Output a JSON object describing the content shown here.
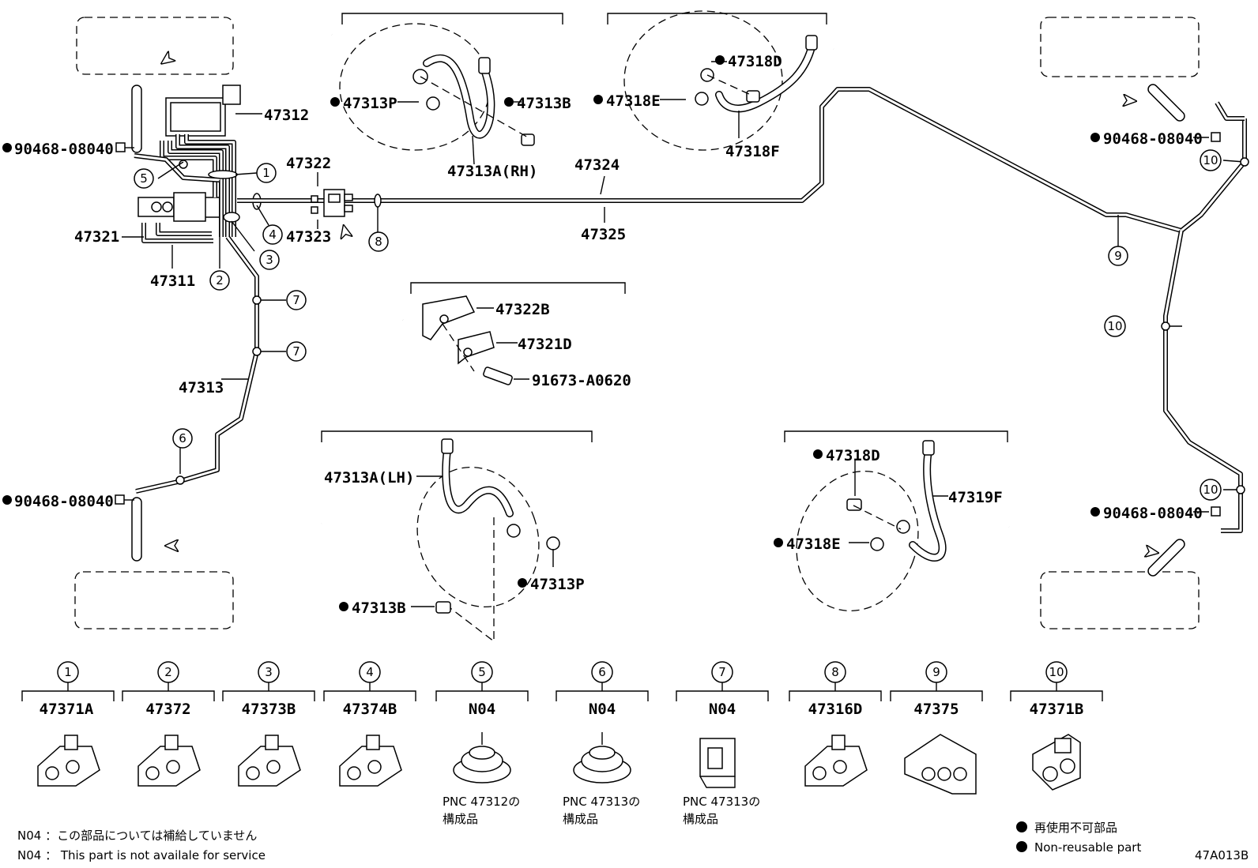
{
  "labels": {
    "p47312": "47312",
    "p47322": "47322",
    "p47323": "47323",
    "p47321": "47321",
    "p47311": "47311",
    "p47313": "47313",
    "p47324": "47324",
    "p47325": "47325",
    "p47313P_top": "47313P",
    "p47313B_top": "47313B",
    "p47313A_RH": "47313A(RH)",
    "p47318D_top": "47318D",
    "p47318E_top": "47318E",
    "p47318F": "47318F",
    "p47322B": "47322B",
    "p47321D": "47321D",
    "p91673": "91673-A0620",
    "p47313A_LH": "47313A(LH)",
    "p47313P_bot": "47313P",
    "p47313B_bot": "47313B",
    "p47318D_bot": "47318D",
    "p47318E_bot": "47318E",
    "p47319F": "47319F",
    "p90468_a": "90468-08040",
    "p90468_b": "90468-08040",
    "p90468_c": "90468-08040",
    "p90468_d": "90468-08040"
  },
  "callouts": {
    "c1": "1",
    "c2": "2",
    "c3": "3",
    "c4": "4",
    "c5": "5",
    "c6": "6",
    "c7a": "7",
    "c7b": "7",
    "c8": "8",
    "c9": "9",
    "c10a": "10",
    "c10b": "10",
    "c10c": "10"
  },
  "legend_parts": [
    {
      "num": "1",
      "part": "47371A",
      "note1": "",
      "note2": ""
    },
    {
      "num": "2",
      "part": "47372",
      "note1": "",
      "note2": ""
    },
    {
      "num": "3",
      "part": "47373B",
      "note1": "",
      "note2": ""
    },
    {
      "num": "4",
      "part": "47374B",
      "note1": "",
      "note2": ""
    },
    {
      "num": "5",
      "part": "N04",
      "note1": "PNC 47312の",
      "note2": "構成品"
    },
    {
      "num": "6",
      "part": "N04",
      "note1": "PNC 47313の",
      "note2": "構成品"
    },
    {
      "num": "7",
      "part": "N04",
      "note1": "PNC 47313の",
      "note2": "構成品"
    },
    {
      "num": "8",
      "part": "47316D",
      "note1": "",
      "note2": ""
    },
    {
      "num": "9",
      "part": "47375",
      "note1": "",
      "note2": ""
    },
    {
      "num": "10",
      "part": "47371B",
      "note1": "",
      "note2": ""
    }
  ],
  "footnotes": {
    "n04_jp": "N04 ：この部品については補給していません",
    "n04_en": "N04 ： This part is not availale for service",
    "nonreuse_jp": "再使用不可部品",
    "nonreuse_en": "Non-reusable part",
    "figure_code": "47A013B"
  }
}
